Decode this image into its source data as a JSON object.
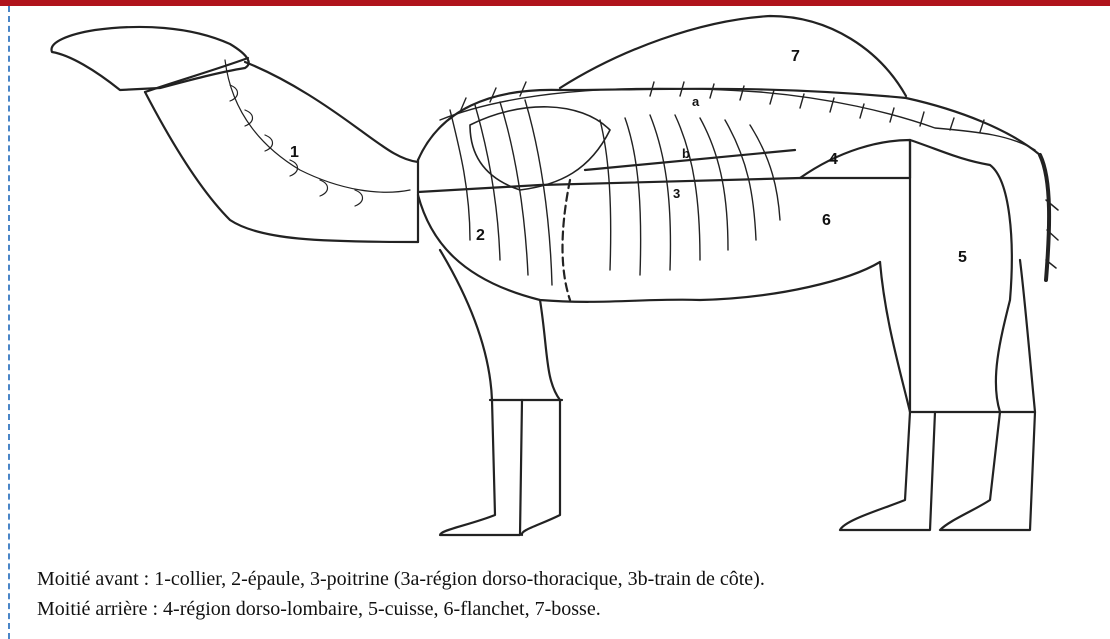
{
  "colors": {
    "top_rule": "#b0141c",
    "left_rule": "#4a86c8",
    "ink": "#111111"
  },
  "labels": {
    "r1": "1",
    "r2": "2",
    "r3": "3",
    "r3a": "a",
    "r3b": "b",
    "r4": "4",
    "r5": "5",
    "r6": "6",
    "r7": "7"
  },
  "caption": {
    "line1": "Moitié  avant : 1-collier, 2-épaule, 3-poitrine (3a-région dorso-thoracique, 3b-train de côte).",
    "line2": "Moitié arrière : 4-région dorso-lombaire, 5-cuisse, 6-flanchet, 7-bosse."
  }
}
